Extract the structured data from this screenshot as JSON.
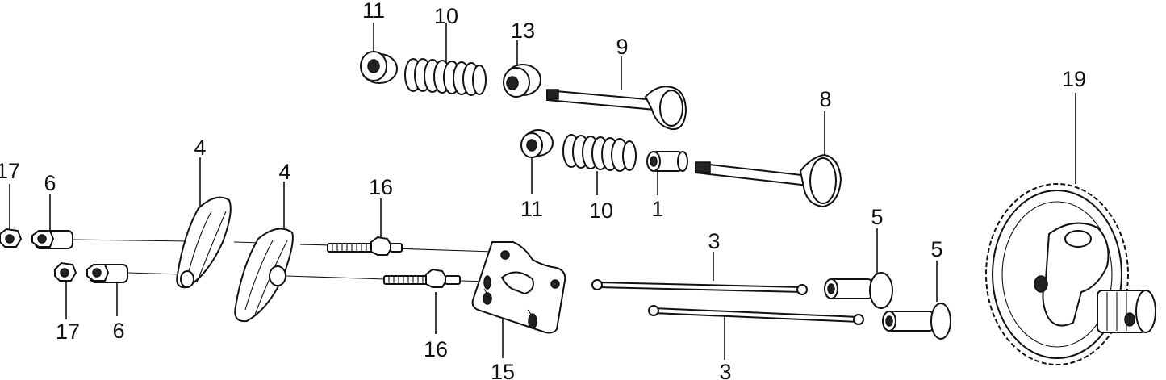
{
  "diagram": {
    "callouts": [
      {
        "id": "c11a",
        "text": "11"
      },
      {
        "id": "c10a",
        "text": "10"
      },
      {
        "id": "c13",
        "text": "13"
      },
      {
        "id": "c9",
        "text": "9"
      },
      {
        "id": "c8",
        "text": "8"
      },
      {
        "id": "c19",
        "text": "19"
      },
      {
        "id": "c11b",
        "text": "11"
      },
      {
        "id": "c10b",
        "text": "10"
      },
      {
        "id": "c1",
        "text": "1"
      },
      {
        "id": "c17a",
        "text": "17"
      },
      {
        "id": "c6a",
        "text": "6"
      },
      {
        "id": "c4a",
        "text": "4"
      },
      {
        "id": "c4b",
        "text": "4"
      },
      {
        "id": "c16a",
        "text": "16"
      },
      {
        "id": "c3a",
        "text": "3"
      },
      {
        "id": "c5a",
        "text": "5"
      },
      {
        "id": "c5b",
        "text": "5"
      },
      {
        "id": "c17b",
        "text": "17"
      },
      {
        "id": "c6b",
        "text": "6"
      },
      {
        "id": "c16b",
        "text": "16"
      },
      {
        "id": "c15",
        "text": "15"
      },
      {
        "id": "c3b",
        "text": "3"
      }
    ]
  }
}
